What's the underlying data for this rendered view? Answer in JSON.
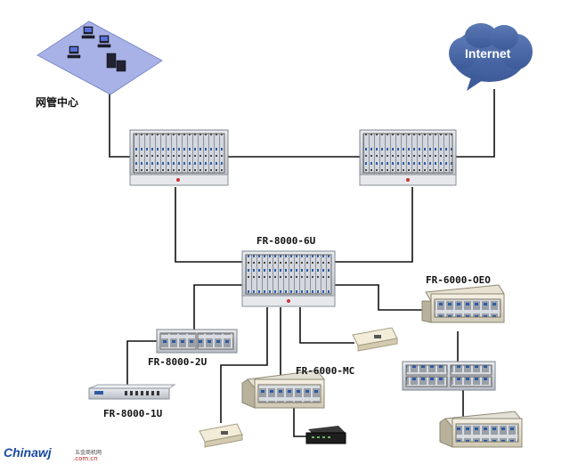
{
  "labels": {
    "nms": "网管中心",
    "internet": "Internet",
    "core": "FR-8000-6U",
    "oeo": "FR-6000-OEO",
    "u2": "FR-8000-2U",
    "mc": "FR-6000-MC",
    "u1": "FR-8000-1U"
  },
  "watermark": {
    "brand": "Chinawj",
    "domain": ".com.cn",
    "cn": "五金商机网"
  }
}
